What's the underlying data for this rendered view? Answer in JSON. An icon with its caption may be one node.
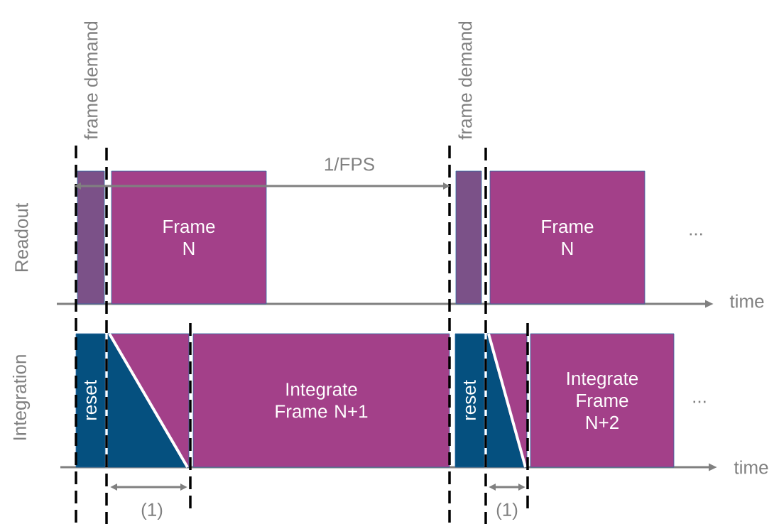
{
  "diagram": {
    "nodes": [
      {
        "text": [],
        "shape": "box"
      },
      {
        "text": [
          "Frame N"
        ]
      },
      {
        "text": [],
        "shape": "box"
      },
      {
        "text": [
          "Frame N"
        ]
      },
      {
        "text": [
          "reset"
        ]
      },
      {
        "text": [],
        "shape": "box"
      },
      {
        "text": [
          "Integrate Frame N+1"
        ]
      },
      {
        "text": [
          "reset"
        ]
      },
      {
        "text": [],
        "shape": "box"
      },
      {
        "text": [
          "Integrate Frame N+2"
        ]
      }
    ],
    "edges": [],
    "labels": [
      "frame demand",
      "frame demand",
      "1/FPS",
      "Readout",
      "...",
      "time",
      "Integration",
      "...",
      "time",
      "(1)",
      "(1)"
    ]
  }
}
